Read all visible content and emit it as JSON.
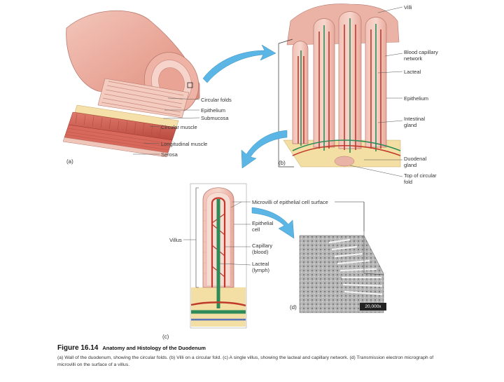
{
  "panel_a": {
    "letter": "(a)",
    "labels": {
      "circular_folds": "Circular folds",
      "epithelium": "Epithelium",
      "submucosa": "Submucosa",
      "circular_muscle": "Circular muscle",
      "longitudinal_muscle": "Longitudinal muscle",
      "serosa": "Serosa"
    }
  },
  "panel_b": {
    "letter": "(b)",
    "labels": {
      "villi": "Villi",
      "blood_capillary_network": "Blood capillary network",
      "lacteal": "Lacteal",
      "epithelium": "Epithelium",
      "intestinal_gland": "Intestinal gland",
      "duodenal_gland": "Duodenal gland",
      "top_of_circular_fold": "Top of circular fold"
    }
  },
  "panel_c": {
    "letter": "(c)",
    "labels": {
      "villus": "Villus",
      "microvilli": "Microvilli of epithelial cell surface",
      "epithelial_cell": "Epithelial cell",
      "capillary": "Capillary (blood)",
      "lacteal": "Lacteal (lymph)"
    }
  },
  "panel_d": {
    "letter": "(d)",
    "scale": "20,000x"
  },
  "figure": {
    "number": "Figure 16.14",
    "title": "Anatomy and Histology of the Duodenum",
    "caption": "(a) Wall of the duodenum, showing the circular folds. (b) Villi on a circular fold. (c) A single villus, showing the lacteal and capillary network. (d) Transmission electron micrograph of microvilli on the surface of a villus."
  },
  "colors": {
    "tissue_pink": "#e8a79a",
    "muscle_red": "#c9554a",
    "capillary_red": "#c0392b",
    "lacteal_green": "#2e8b57",
    "arrow_blue": "#5bb6e6",
    "submucosa_yellow": "#f3dfa3"
  }
}
